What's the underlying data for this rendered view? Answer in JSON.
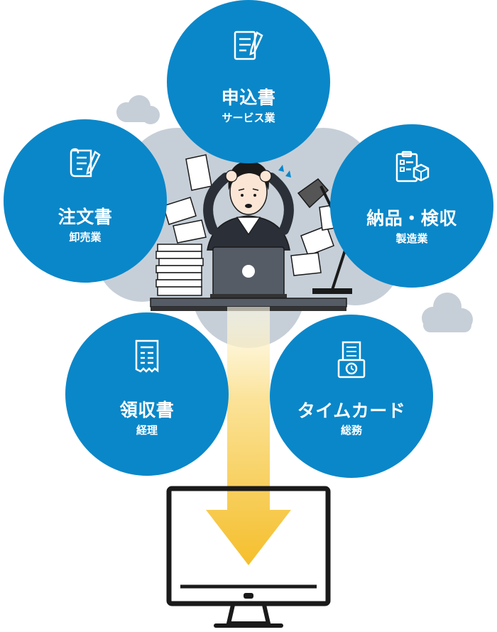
{
  "circles": [
    {
      "id": "application",
      "title": "申込書",
      "sub": "サービス業",
      "icon": "form-pen-icon"
    },
    {
      "id": "order",
      "title": "注文書",
      "sub": "卸売業",
      "icon": "scroll-pen-icon"
    },
    {
      "id": "delivery",
      "title": "納品・検収",
      "sub": "製造業",
      "icon": "checklist-box-icon"
    },
    {
      "id": "receipt",
      "title": "領収書",
      "sub": "経理",
      "icon": "receipt-icon"
    },
    {
      "id": "timecard",
      "title": "タイムカード",
      "sub": "総務",
      "icon": "timecard-icon"
    }
  ],
  "colors": {
    "circle": "#0a87c9",
    "cloud": "#c6cfd8",
    "arrow_top": "#fff4c4",
    "arrow_bottom": "#f5c030",
    "outline": "#1a1a1a"
  }
}
